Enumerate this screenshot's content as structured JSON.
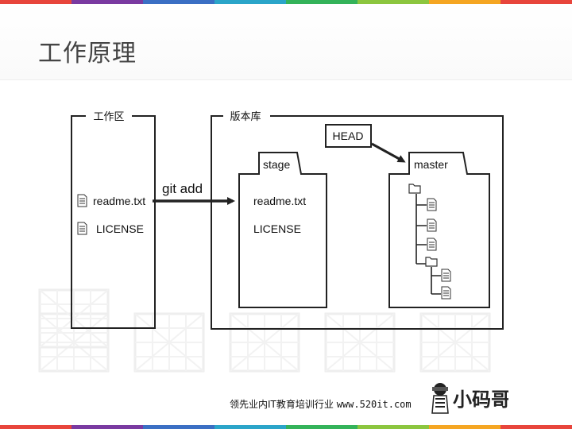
{
  "title": "工作原理",
  "workspace": {
    "label": "工作区",
    "files": [
      "readme.txt",
      "LICENSE"
    ]
  },
  "repository": {
    "label": "版本库",
    "stage": {
      "tab": "stage",
      "files": [
        "readme.txt",
        "LICENSE"
      ]
    },
    "head": "HEAD",
    "master": {
      "tab": "master"
    }
  },
  "command": "git add",
  "footer": {
    "text": "领先业内IT教育培训行业",
    "url": "www.520it.com",
    "logo_text": "小码哥"
  },
  "colors": {
    "stripes": [
      "#e8453c",
      "#7a3aa1",
      "#3b6fc4",
      "#2ba5c9",
      "#34b35a",
      "#8cc63f",
      "#f5a623",
      "#e8453c"
    ]
  }
}
